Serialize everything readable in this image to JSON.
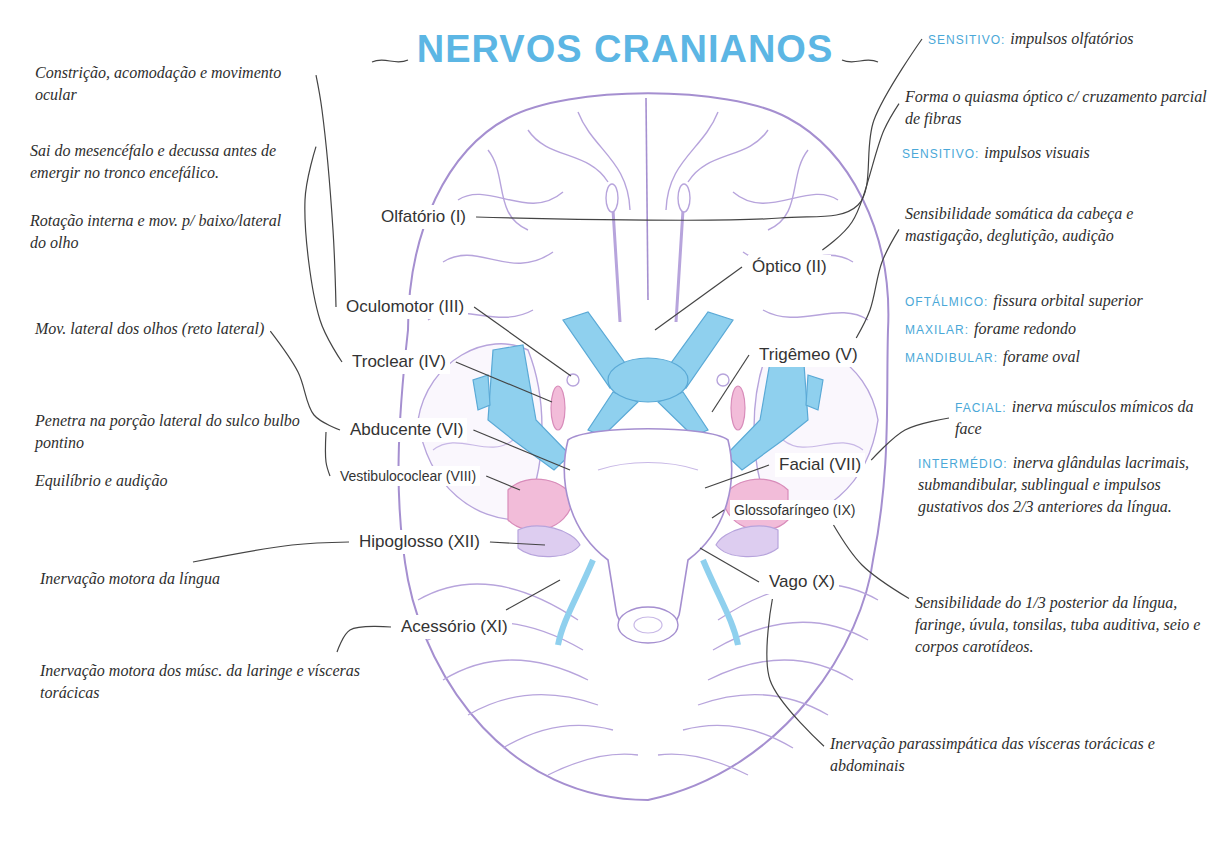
{
  "diagram": {
    "title": "NERVOS CRANIANOS",
    "labels": [
      "SENSITIVO:",
      "impulsos olfatórios",
      "Constrição, acomodação e movimento ocular",
      "Forma o quiasma óptico c/ cruzamento parcial de fibras",
      "SENSITIVO:",
      "impulsos visuais",
      "Sai do mesencéfalo e decussa antes de emergir no tronco encefálico.",
      "Rotação interna e mov. p/ baixo/lateral do olho",
      "Olfatório (I)",
      "Sensibilidade somática da cabeça e mastigação, deglutição, audição",
      "Óptico (II)",
      "Oculomotor (III)",
      "OFTÁLMICO:",
      "fissura orbital superior",
      "MAXILAR:",
      "forame redondo",
      "MANDIBULAR:",
      "forame oval",
      "Mov. lateral dos olhos (reto lateral)",
      "Troclear (IV)",
      "Trigêmeo (V)",
      "FACIAL:",
      "inerva músculos mímicos da face",
      "Penetra na porção lateral do sulco bulbo pontino",
      "Abducente (VI)",
      "INTERMÉDIO:",
      "inerva glândulas lacrimais, submandibular, sublingual e impulsos gustativos dos 2/3 anteriores da língua.",
      "Facial (VII)",
      "Vestibulococlear (VIII)",
      "Equilíbrio e audição",
      "Glossofaríngeo (IX)",
      "Hipoglosso (XII)",
      "Inervação motora da língua",
      "Vago (X)",
      "Sensibilidade do 1/3 posterior da língua, faringe, úvula, tonsilas, tuba auditiva, seio e corpos carotídeos.",
      "Acessório (XI)",
      "Inervação motora dos músc. da laringe e vísceras torácicas",
      "Inervação parassimpática das vísceras torácicas e abdominais"
    ]
  }
}
